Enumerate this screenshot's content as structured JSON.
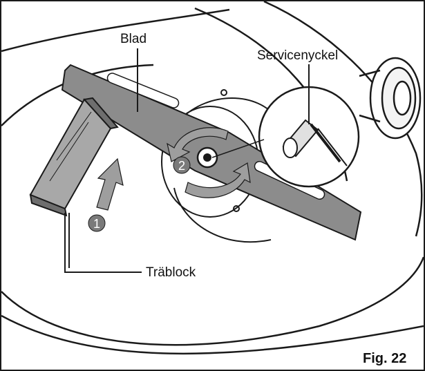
{
  "labels": {
    "blade": "Blad",
    "service_key": "Servicenyckel",
    "wood_block": "Träblock"
  },
  "steps": {
    "one": "1",
    "two": "2"
  },
  "figure_number": "Fig. 22",
  "colors": {
    "outline": "#1a1a1a",
    "blade": "#8c8c8c",
    "arrow": "#9e9e9e",
    "step_badge": "#7a7a7a"
  }
}
